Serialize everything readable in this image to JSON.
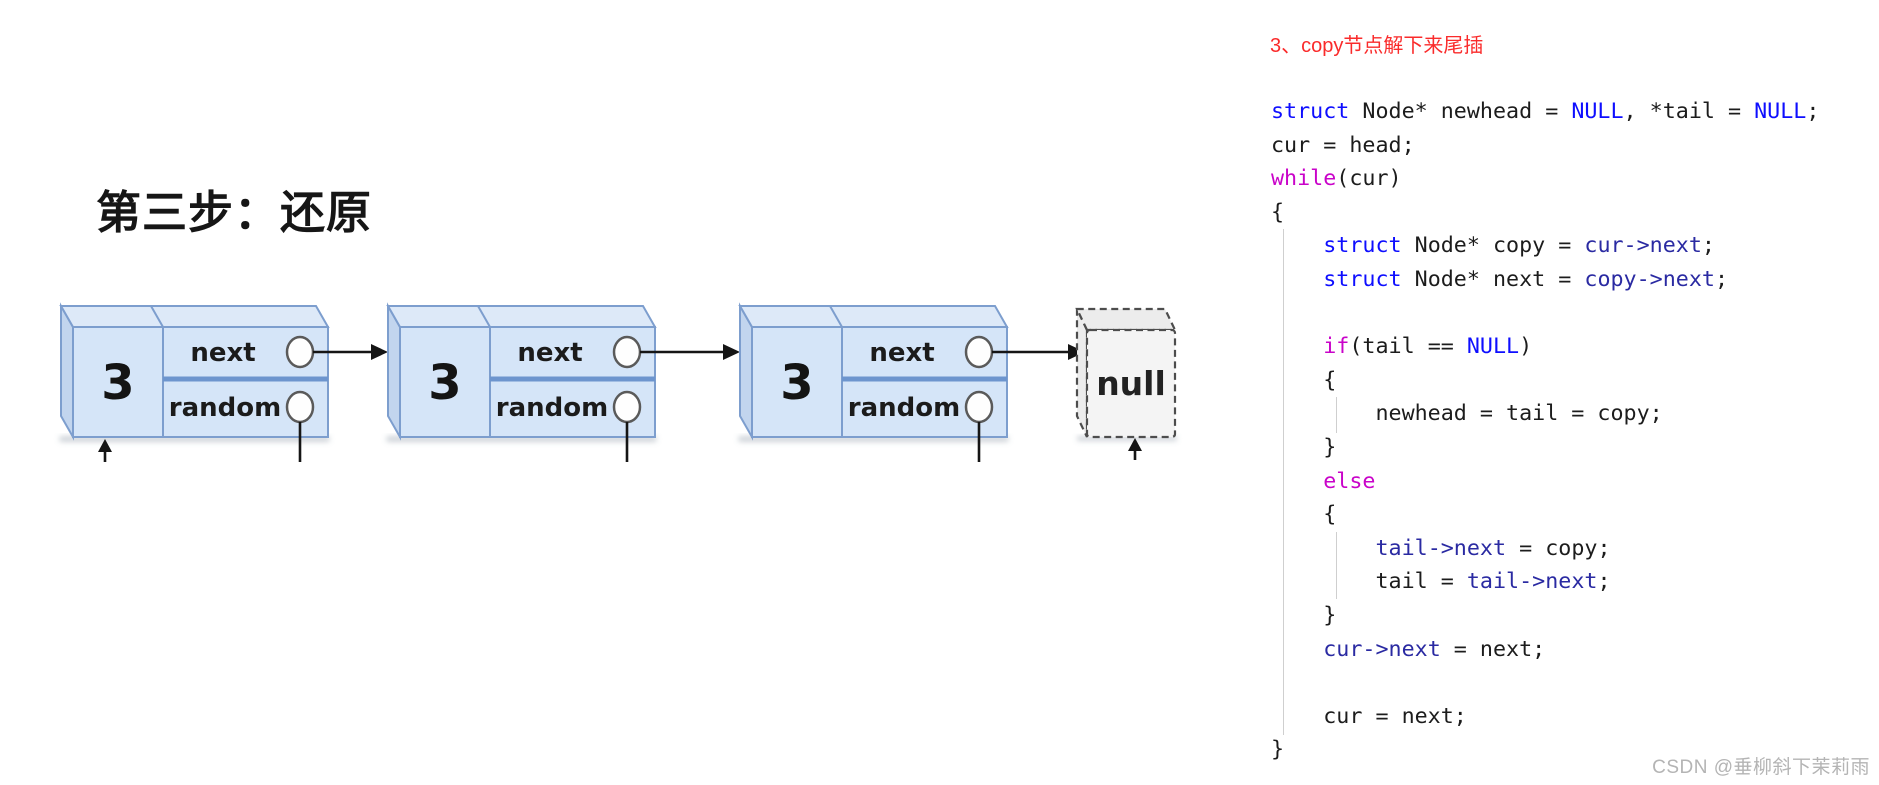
{
  "diagram": {
    "title": "第三步：还原",
    "nodes": [
      {
        "value": "3",
        "next_label": "next",
        "random_label": "random"
      },
      {
        "value": "3",
        "next_label": "next",
        "random_label": "random"
      },
      {
        "value": "3",
        "next_label": "next",
        "random_label": "random"
      }
    ],
    "null_label": "null",
    "node_fill": "#d5e5f8",
    "node_border": "#7d9ece"
  },
  "code_panel": {
    "heading": "3、copy节点解下来尾插",
    "heading_color": "#fa2b2b",
    "colors": {
      "keyword": "#0e0eff",
      "control": "#c903c9",
      "member": "#2a2aa2",
      "default": "#1c1c1c"
    },
    "lines": [
      [
        {
          "c": "k",
          "t": "struct"
        },
        {
          "c": "d",
          "t": " Node* newhead = "
        },
        {
          "c": "k",
          "t": "NULL"
        },
        {
          "c": "d",
          "t": ", *tail = "
        },
        {
          "c": "k",
          "t": "NULL"
        },
        {
          "c": "d",
          "t": ";"
        }
      ],
      [
        {
          "c": "d",
          "t": "cur = head;"
        }
      ],
      [
        {
          "c": "m",
          "t": "while"
        },
        {
          "c": "d",
          "t": "(cur)"
        }
      ],
      [
        {
          "c": "d",
          "t": "{"
        }
      ],
      [
        {
          "c": "d",
          "t": "    "
        },
        {
          "c": "k",
          "t": "struct"
        },
        {
          "c": "d",
          "t": " Node* copy = "
        },
        {
          "c": "p",
          "t": "cur->next"
        },
        {
          "c": "d",
          "t": ";"
        }
      ],
      [
        {
          "c": "d",
          "t": "    "
        },
        {
          "c": "k",
          "t": "struct"
        },
        {
          "c": "d",
          "t": " Node* next = "
        },
        {
          "c": "p",
          "t": "copy->next"
        },
        {
          "c": "d",
          "t": ";"
        }
      ],
      [],
      [
        {
          "c": "d",
          "t": "    "
        },
        {
          "c": "m",
          "t": "if"
        },
        {
          "c": "d",
          "t": "(tail == "
        },
        {
          "c": "k",
          "t": "NULL"
        },
        {
          "c": "d",
          "t": ")"
        }
      ],
      [
        {
          "c": "d",
          "t": "    {"
        }
      ],
      [
        {
          "c": "d",
          "t": "        newhead = tail = copy;"
        }
      ],
      [
        {
          "c": "d",
          "t": "    }"
        }
      ],
      [
        {
          "c": "d",
          "t": "    "
        },
        {
          "c": "m",
          "t": "else"
        }
      ],
      [
        {
          "c": "d",
          "t": "    {"
        }
      ],
      [
        {
          "c": "d",
          "t": "        "
        },
        {
          "c": "p",
          "t": "tail->next"
        },
        {
          "c": "d",
          "t": " = copy;"
        }
      ],
      [
        {
          "c": "d",
          "t": "        tail = "
        },
        {
          "c": "p",
          "t": "tail->next"
        },
        {
          "c": "d",
          "t": ";"
        }
      ],
      [
        {
          "c": "d",
          "t": "    }"
        }
      ],
      [
        {
          "c": "d",
          "t": "    "
        },
        {
          "c": "p",
          "t": "cur->next"
        },
        {
          "c": "d",
          "t": " = next;"
        }
      ],
      [],
      [
        {
          "c": "d",
          "t": "    cur = next;"
        }
      ],
      [
        {
          "c": "d",
          "t": "}"
        }
      ]
    ]
  },
  "watermark": "CSDN @垂柳斜下茉莉雨"
}
